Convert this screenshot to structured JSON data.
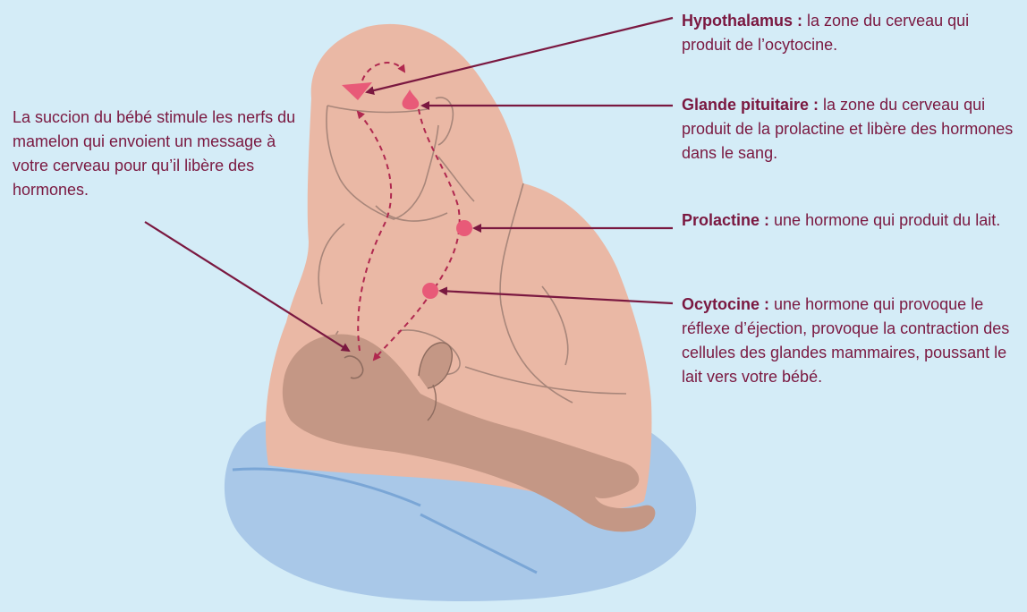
{
  "colors": {
    "background": "#d4ecf7",
    "label_text": "#7a1840",
    "arrow": "#7a1840",
    "mother_skin": "#eab8a5",
    "baby_skin": "#c49785",
    "cushion": "#a9c8e8",
    "hormone_marker": "#e85a78"
  },
  "labels": {
    "baby_suckling": "La succion du bébé stimule les nerfs du mamelon qui envoient un message à votre cerveau pour qu’il libère des hormones.",
    "hypothalamus": {
      "title": "Hypothalamus :",
      "text": " la zone du cerveau qui produit de l’ocytocine."
    },
    "pituitary": {
      "title": "Glande pituitaire :",
      "text": " la zone du cerveau qui produit de la prolactine et libère des hormones dans le sang."
    },
    "prolactin": {
      "title": "Prolactine :",
      "text": " une hormone qui produit du lait."
    },
    "oxytocin": {
      "title": "Ocytocine :",
      "text": " une hormone qui provoque le réflexe d’éjection, provoque la contraction des cellules des glandes mammaires, poussant le lait vers votre bébé."
    }
  },
  "icons": {
    "hypothalamus_marker": "triangle-marker-icon",
    "pituitary_marker": "gland-marker-icon",
    "prolactin_marker": "dot-marker-icon",
    "oxytocin_marker": "dot-marker-icon"
  }
}
